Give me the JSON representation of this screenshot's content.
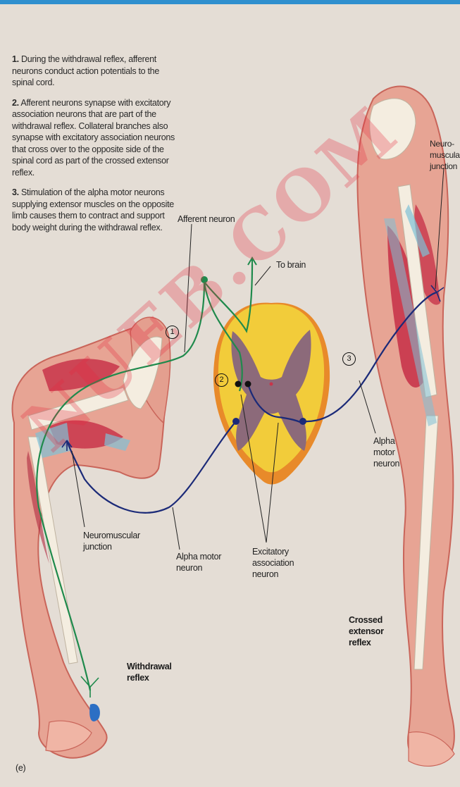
{
  "steps": [
    {
      "num": "1.",
      "text": "During the withdrawal reflex, afferent neurons conduct action potentials to the spinal cord."
    },
    {
      "num": "2.",
      "text": "Afferent neurons synapse with excitatory association neurons that are part of the withdrawal reflex. Collateral branches also synapse with excitatory association neurons that cross over to the opposite side of the spinal cord as part of the crossed extensor reflex."
    },
    {
      "num": "3.",
      "text": "Stimulation of the alpha motor neurons supplying extensor muscles on the opposite limb causes them to contract and support body weight during the withdrawal reflex."
    }
  ],
  "labels": {
    "afferent_neuron": "Afferent neuron",
    "to_brain": "To brain",
    "neuromuscular_left": "Neuromuscular\njunction",
    "alpha_motor_left": "Alpha motor\nneuron",
    "excitatory": "Excitatory\nassociation\nneuron",
    "alpha_motor_right": "Alpha\nmotor\nneuron",
    "neuromuscular_right": "Neuro-\nmuscular\njunction",
    "withdrawal": "Withdrawal\nreflex",
    "crossed": "Crossed\nextensor\nreflex",
    "panel": "(e)"
  },
  "markers": [
    "1",
    "2",
    "3"
  ],
  "watermark": "NUEB.COM",
  "colors": {
    "skin": "#e9a597",
    "muscle": "#c8354a",
    "bone": "#f4ede0",
    "afferent": "#1f8a4c",
    "motor": "#1b2a78",
    "gray_matter": "#8c6a7a",
    "white_matter": "#f2cc3a",
    "cord_edge": "#e88a2a",
    "tendon": "#7fc0d6"
  }
}
